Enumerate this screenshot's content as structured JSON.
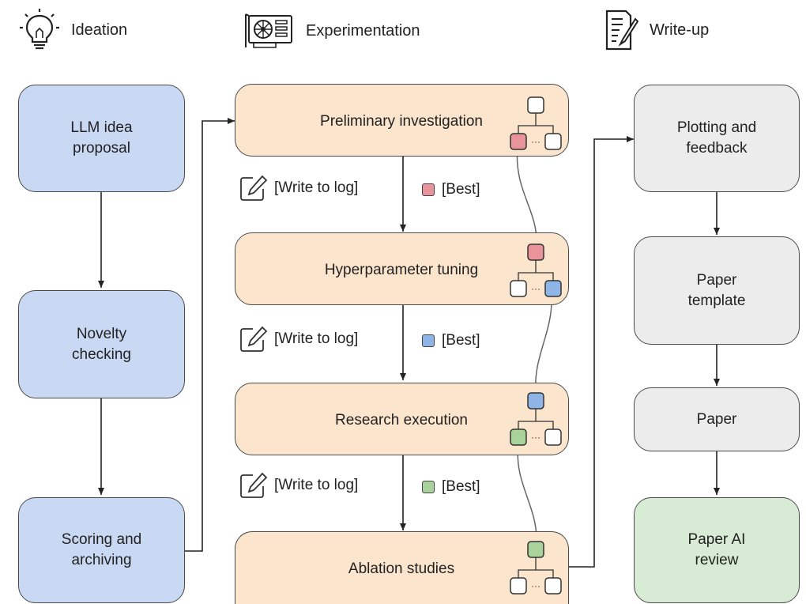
{
  "headers": {
    "ideation": "Ideation",
    "experimentation": "Experimentation",
    "writeup": "Write-up"
  },
  "ideation": {
    "llm_idea_line1": "LLM idea",
    "llm_idea_line2": "proposal",
    "novelty_line1": "Novelty",
    "novelty_line2": "checking",
    "scoring_line1": "Scoring and",
    "scoring_line2": "archiving"
  },
  "experimentation": {
    "preliminary": "Preliminary investigation",
    "hyperparameter": "Hyperparameter tuning",
    "research": "Research execution",
    "ablation": "Ablation studies",
    "write_to_log": "[Write to log]",
    "best": "[Best]"
  },
  "writeup": {
    "plotting_line1": "Plotting and",
    "plotting_line2": "feedback",
    "template_line1": "Paper",
    "template_line2": "template",
    "paper": "Paper",
    "review_line1": "Paper AI",
    "review_line2": "review"
  },
  "colors": {
    "ideation_fill": "#c9d8f3",
    "experiment_fill": "#fbe5cd",
    "writeup_fill": "#ececec",
    "review_fill": "#d8ebd4",
    "best_red": "#e8949a",
    "best_blue": "#8fb4e6",
    "best_green": "#a9d39b"
  },
  "icons": [
    "lightbulb-icon",
    "gpu-card-icon",
    "document-pen-icon",
    "edit-log-icon"
  ]
}
